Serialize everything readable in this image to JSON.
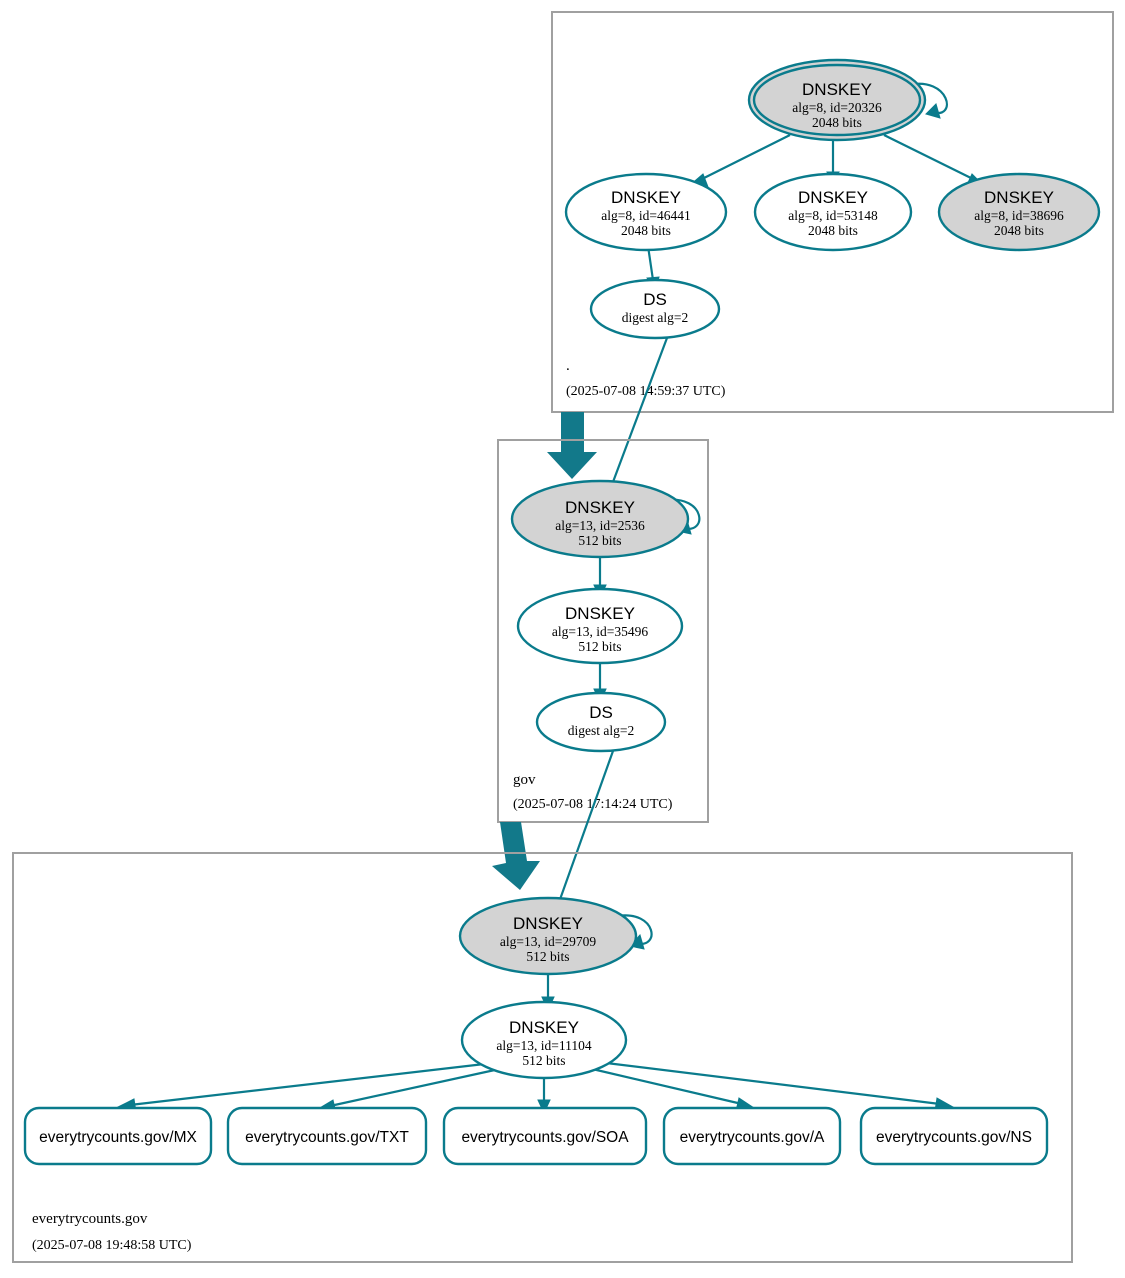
{
  "diagram": {
    "title": "DNSSEC authentication chain for everytrycounts.gov",
    "colors": {
      "edge": "#0a7b8c",
      "zone_border": "#a0a0a0",
      "secure_key_fill": "#d3d3d3",
      "node_fill": "#ffffff",
      "zone_arrow": "#12798a"
    }
  },
  "zones": [
    {
      "id": "root",
      "label": ".",
      "timestamp": "(2025-07-08 14:59:37 UTC)",
      "nodes": [
        {
          "id": "root-ksk",
          "type": "DNSKEY",
          "detail": "alg=8, id=20326",
          "bits": "2048 bits",
          "style": "trust-anchor",
          "self_signed": true
        },
        {
          "id": "root-zsk-46441",
          "type": "DNSKEY",
          "detail": "alg=8, id=46441",
          "bits": "2048 bits",
          "style": "plain",
          "self_signed": false
        },
        {
          "id": "root-zsk-53148",
          "type": "DNSKEY",
          "detail": "alg=8, id=53148",
          "bits": "2048 bits",
          "style": "plain",
          "self_signed": false
        },
        {
          "id": "root-zsk-38696",
          "type": "DNSKEY",
          "detail": "alg=8, id=38696",
          "bits": "2048 bits",
          "style": "secure",
          "self_signed": false
        },
        {
          "id": "root-ds",
          "type": "DS",
          "detail": "digest alg=2",
          "bits": "",
          "style": "plain",
          "self_signed": false
        }
      ]
    },
    {
      "id": "gov",
      "label": "gov",
      "timestamp": "(2025-07-08 17:14:24 UTC)",
      "nodes": [
        {
          "id": "gov-ksk",
          "type": "DNSKEY",
          "detail": "alg=13, id=2536",
          "bits": "512 bits",
          "style": "secure",
          "self_signed": true
        },
        {
          "id": "gov-zsk",
          "type": "DNSKEY",
          "detail": "alg=13, id=35496",
          "bits": "512 bits",
          "style": "plain",
          "self_signed": false
        },
        {
          "id": "gov-ds",
          "type": "DS",
          "detail": "digest alg=2",
          "bits": "",
          "style": "plain",
          "self_signed": false
        }
      ]
    },
    {
      "id": "everytrycounts",
      "label": "everytrycounts.gov",
      "timestamp": "(2025-07-08 19:48:58 UTC)",
      "nodes": [
        {
          "id": "etc-ksk",
          "type": "DNSKEY",
          "detail": "alg=13, id=29709",
          "bits": "512 bits",
          "style": "secure",
          "self_signed": true
        },
        {
          "id": "etc-zsk",
          "type": "DNSKEY",
          "detail": "alg=13, id=11104",
          "bits": "512 bits",
          "style": "plain",
          "self_signed": false
        }
      ],
      "rrsets": [
        {
          "id": "rr-mx",
          "label": "everytrycounts.gov/MX"
        },
        {
          "id": "rr-txt",
          "label": "everytrycounts.gov/TXT"
        },
        {
          "id": "rr-soa",
          "label": "everytrycounts.gov/SOA"
        },
        {
          "id": "rr-a",
          "label": "everytrycounts.gov/A"
        },
        {
          "id": "rr-ns",
          "label": "everytrycounts.gov/NS"
        }
      ]
    }
  ]
}
